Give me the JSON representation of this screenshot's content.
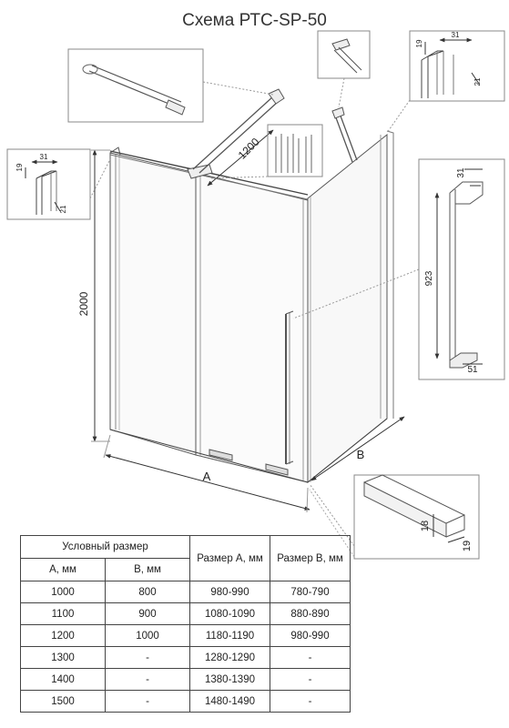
{
  "title": "Схема РТС-SP-50",
  "dimensions": {
    "height": "2000",
    "rail": "1200",
    "handle_length": "923",
    "handle_depth": "31",
    "handle_foot": "51",
    "profile_top_left_w": "31",
    "profile_top_left_h": "19",
    "profile_top_left_t": "21",
    "profile_top_right_w": "31",
    "profile_top_right_h": "19",
    "profile_top_right_t": "21",
    "bottom_profile_h": "18",
    "bottom_profile_w": "19",
    "label_a": "A",
    "label_b": "B"
  },
  "table": {
    "header_nominal": "Условный размер",
    "header_a_mm": "А, мм",
    "header_b_mm": "В, мм",
    "header_size_a": "Размер А, мм",
    "header_size_b": "Размер В, мм",
    "rows": [
      [
        "1000",
        "800",
        "980-990",
        "780-790"
      ],
      [
        "1100",
        "900",
        "1080-1090",
        "880-890"
      ],
      [
        "1200",
        "1000",
        "1180-1190",
        "980-990"
      ],
      [
        "1300",
        "-",
        "1280-1290",
        "-"
      ],
      [
        "1400",
        "-",
        "1380-1390",
        "-"
      ],
      [
        "1500",
        "-",
        "1480-1490",
        "-"
      ]
    ]
  }
}
